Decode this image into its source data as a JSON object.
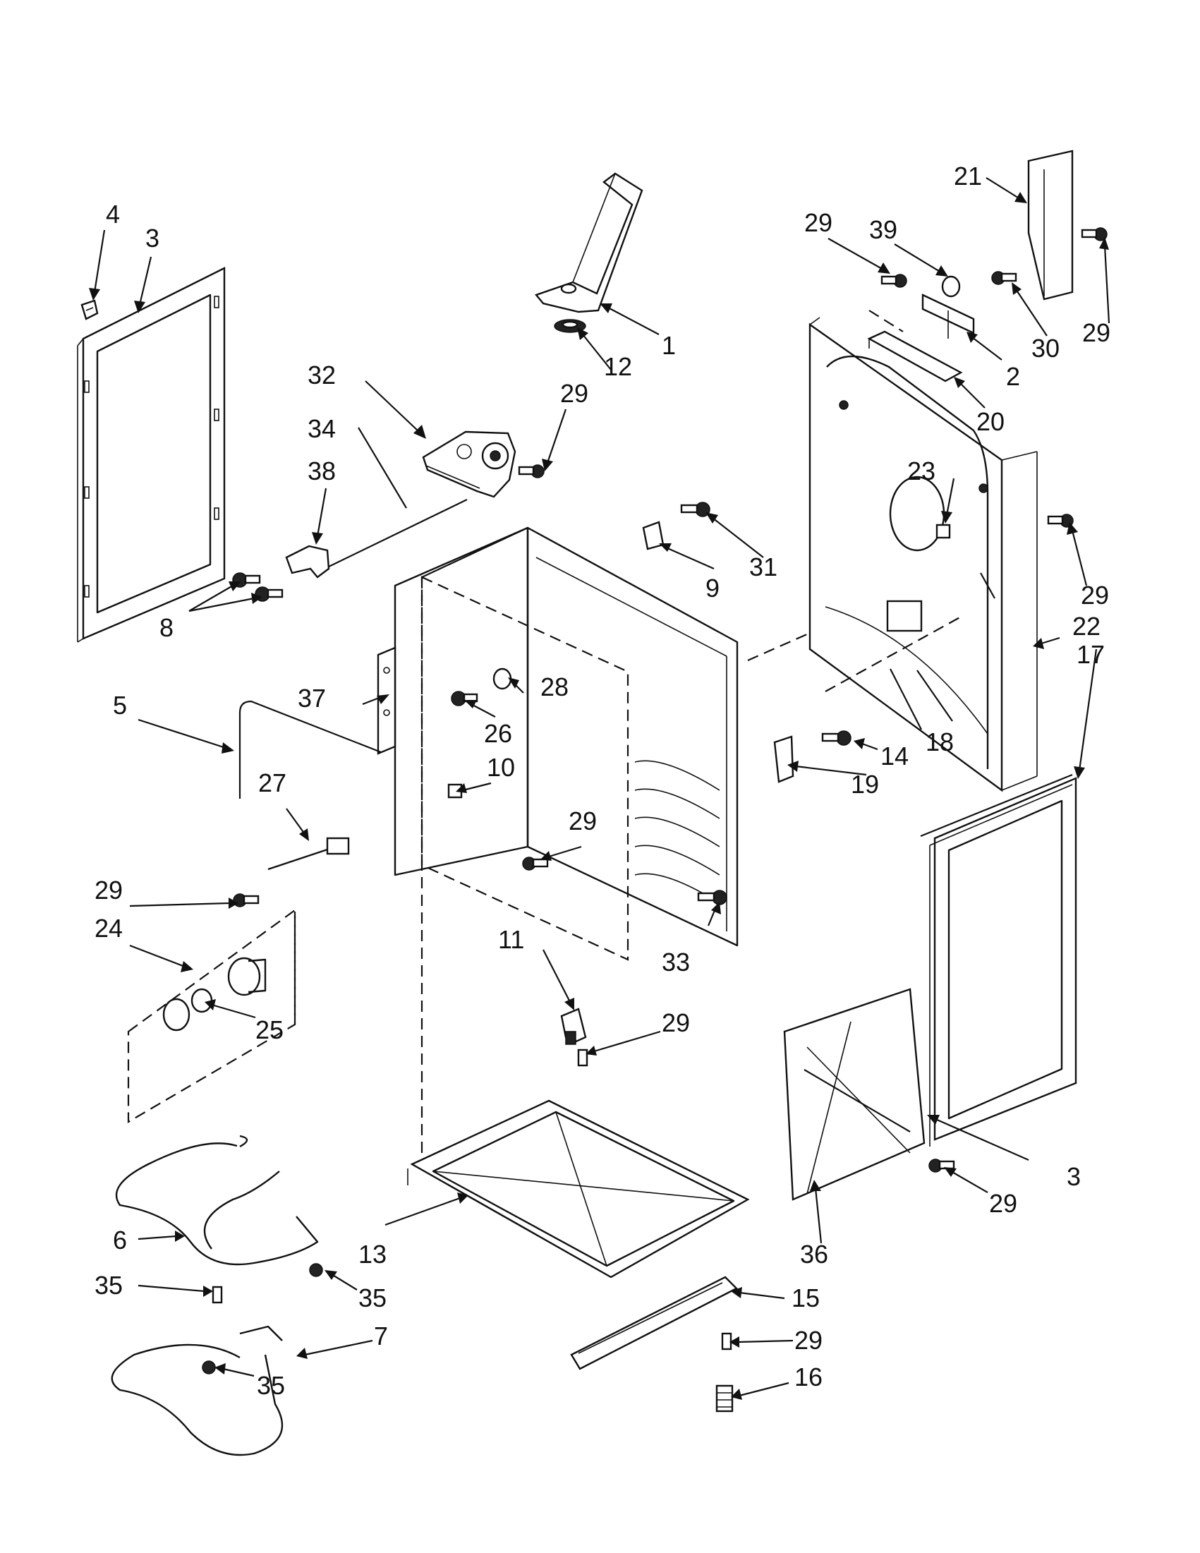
{
  "diagram": {
    "type": "exploded parts diagram",
    "callouts": [
      {
        "id": "c1",
        "label": "1"
      },
      {
        "id": "c2",
        "label": "2"
      },
      {
        "id": "c3a",
        "label": "3"
      },
      {
        "id": "c3b",
        "label": "3"
      },
      {
        "id": "c4",
        "label": "4"
      },
      {
        "id": "c5",
        "label": "5"
      },
      {
        "id": "c6",
        "label": "6"
      },
      {
        "id": "c7",
        "label": "7"
      },
      {
        "id": "c8",
        "label": "8"
      },
      {
        "id": "c9",
        "label": "9"
      },
      {
        "id": "c10",
        "label": "10"
      },
      {
        "id": "c11",
        "label": "11"
      },
      {
        "id": "c12",
        "label": "12"
      },
      {
        "id": "c13",
        "label": "13"
      },
      {
        "id": "c14",
        "label": "14"
      },
      {
        "id": "c15",
        "label": "15"
      },
      {
        "id": "c16",
        "label": "16"
      },
      {
        "id": "c17",
        "label": "17"
      },
      {
        "id": "c18",
        "label": "18"
      },
      {
        "id": "c19",
        "label": "19"
      },
      {
        "id": "c20",
        "label": "20"
      },
      {
        "id": "c21",
        "label": "21"
      },
      {
        "id": "c22",
        "label": "22"
      },
      {
        "id": "c23",
        "label": "23"
      },
      {
        "id": "c24",
        "label": "24"
      },
      {
        "id": "c25",
        "label": "25"
      },
      {
        "id": "c26",
        "label": "26"
      },
      {
        "id": "c27",
        "label": "27"
      },
      {
        "id": "c28",
        "label": "28"
      },
      {
        "id": "c29a",
        "label": "29"
      },
      {
        "id": "c29b",
        "label": "29"
      },
      {
        "id": "c29c",
        "label": "29"
      },
      {
        "id": "c29d",
        "label": "29"
      },
      {
        "id": "c29e",
        "label": "29"
      },
      {
        "id": "c29f",
        "label": "29"
      },
      {
        "id": "c29g",
        "label": "29"
      },
      {
        "id": "c29h",
        "label": "29"
      },
      {
        "id": "c29i",
        "label": "29"
      },
      {
        "id": "c30",
        "label": "30"
      },
      {
        "id": "c31",
        "label": "31"
      },
      {
        "id": "c32",
        "label": "32"
      },
      {
        "id": "c33",
        "label": "33"
      },
      {
        "id": "c34",
        "label": "34"
      },
      {
        "id": "c35a",
        "label": "35"
      },
      {
        "id": "c35b",
        "label": "35"
      },
      {
        "id": "c35c",
        "label": "35"
      },
      {
        "id": "c36",
        "label": "36"
      },
      {
        "id": "c37",
        "label": "37"
      },
      {
        "id": "c38",
        "label": "38"
      },
      {
        "id": "c39",
        "label": "39"
      }
    ]
  }
}
